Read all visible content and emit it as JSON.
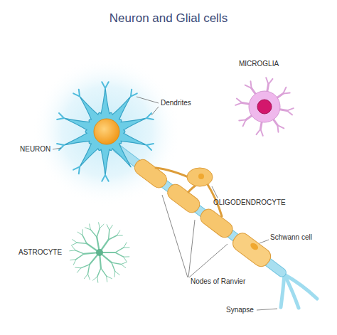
{
  "diagram": {
    "title": "Neuron and Glial cells",
    "labels": [
      "NEURON",
      "Dendrites",
      "MICROGLIA",
      "OLIGODENDROCYTE",
      "ASTROCYTE",
      "Schwann cell",
      "Nodes of Ranvier",
      "Synapse"
    ]
  }
}
